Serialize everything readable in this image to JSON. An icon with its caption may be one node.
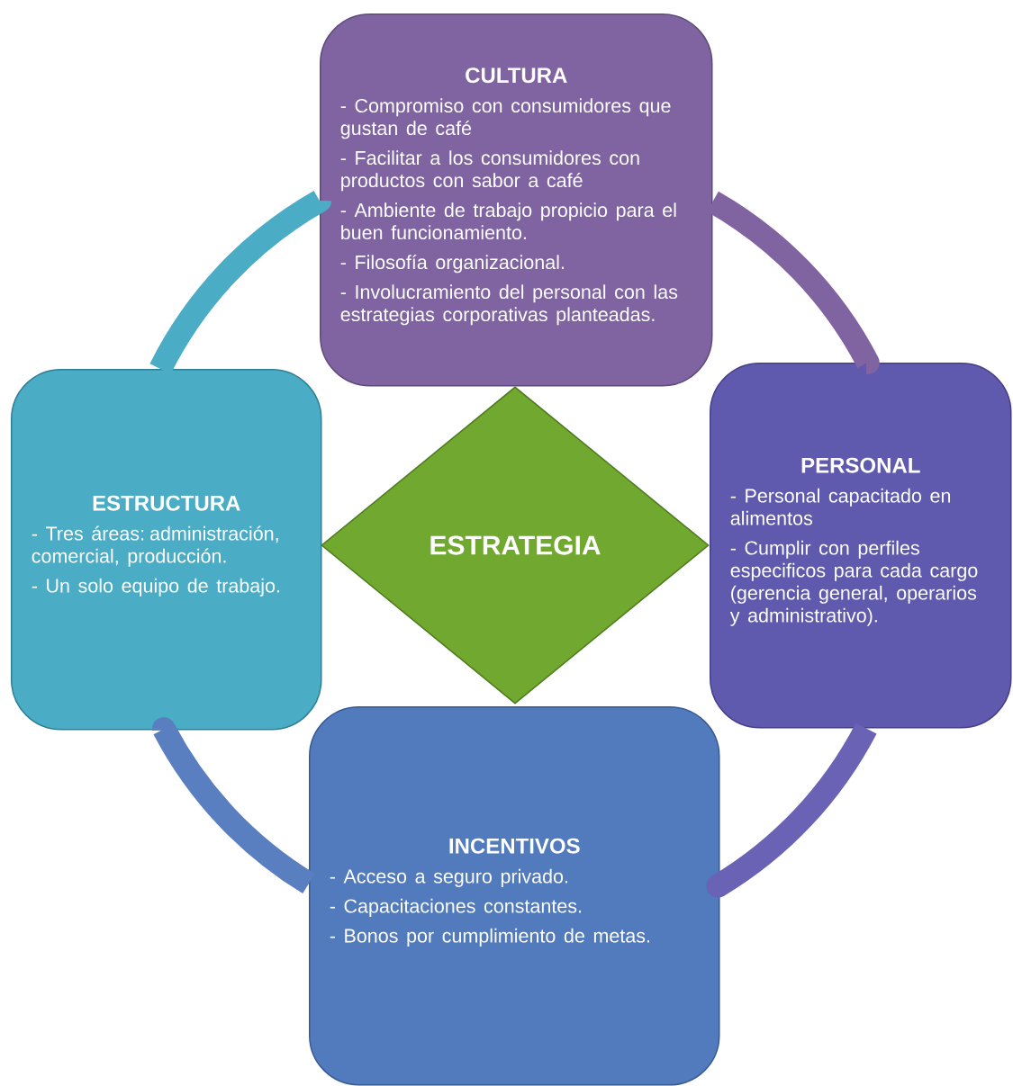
{
  "diagram": {
    "nodes": [
      {
        "text": [
          "CULTURA",
          "- Compromiso con consumidores que gustan de café",
          "- Facilitar a los consumidores con productos con sabor a café",
          "- Ambiente de trabajo propicio para el buen funcionamiento.",
          "- Filosofía organizacional.",
          "- Involucramiento del personal con las estrategias corporativas planteadas."
        ]
      },
      {
        "text": [
          "ESTRUCTURA",
          "- Tres áreas: administración, comercial, producción.",
          "- Un solo equipo de trabajo."
        ]
      },
      {
        "text": [
          "ESTRATEGIA"
        ]
      },
      {
        "text": [
          "PERSONAL",
          "- Personal capacitado en alimentos",
          "- Cumplir con perfiles especificos para cada cargo (gerencia general, operarios y administrativo)."
        ]
      },
      {
        "text": [
          "INCENTIVOS",
          "- Acceso a seguro privado.",
          "- Capacitaciones constantes.",
          "- Bonos por cumplimiento de metas."
        ]
      }
    ],
    "edges": [
      {
        "from": 0,
        "to": 3,
        "arrow": "none",
        "color": "#8064a2"
      },
      {
        "from": 3,
        "to": 4,
        "arrow": "none",
        "color": "#6a62b4"
      },
      {
        "from": 4,
        "to": 1,
        "arrow": "none",
        "color": "#5a7fc0"
      },
      {
        "from": 1,
        "to": 0,
        "arrow": "none",
        "color": "#4bacc6"
      }
    ]
  }
}
